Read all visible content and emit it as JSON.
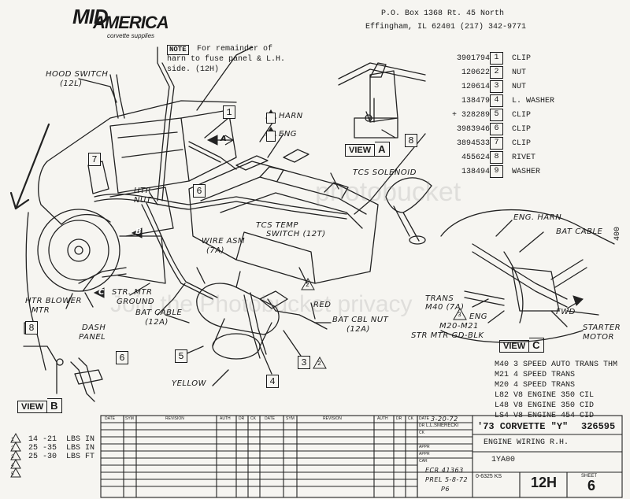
{
  "header": {
    "logo_line1": "MID",
    "logo_line2": "AMERICA",
    "logo_sub": "corvette supplies",
    "address": "P.O. Box 1368   Rt. 45 North",
    "address2": "Effingham, IL 62401   (217) 342-9771"
  },
  "note": {
    "tag": "NOTE",
    "text1": "For remainder of",
    "text2": "harn to fuse panel & L.H.",
    "text3": "side. (12H)"
  },
  "parts": [
    {
      "part_no": "3901794",
      "num": "1",
      "desc": "CLIP"
    },
    {
      "part_no": "120622",
      "num": "2",
      "desc": "NUT"
    },
    {
      "part_no": "120614",
      "num": "3",
      "desc": "NUT"
    },
    {
      "part_no": "138479",
      "num": "4",
      "desc": "L. WASHER"
    },
    {
      "part_no": "+ 328289",
      "num": "5",
      "desc": "CLIP"
    },
    {
      "part_no": "3983946",
      "num": "6",
      "desc": "CLIP"
    },
    {
      "part_no": "3894533",
      "num": "7",
      "desc": "CLIP"
    },
    {
      "part_no": "455624",
      "num": "8",
      "desc": "RIVET"
    },
    {
      "part_no": "138494",
      "num": "9",
      "desc": "WASHER"
    }
  ],
  "labels": {
    "hood_switch": "HOOD SWITCH",
    "hood_switch_code": "(12L)",
    "harn": "HARN",
    "eng": "ENG",
    "htr_nut": "HTR",
    "htr_nut2": "NUT",
    "tcs_solenoid": "TCS SOLENOID",
    "tcs_temp": "TCS TEMP",
    "tcs_switch": "SWITCH (12T)",
    "wire_asm": "WIRE ASM",
    "wire_asm_code": "(7A)",
    "htr_blower": "HTR BLOWER",
    "htr_blower2": "MTR",
    "str_mtr_ground": "STR. MTR",
    "str_mtr_ground2": "GROUND",
    "bat_cable": "BAT CABLE",
    "bat_cable_code": "(12A)",
    "red": "RED",
    "bat_cbl_nut": "BAT CBL NUT",
    "bat_cbl_nut_code": "(12A)",
    "yellow": "YELLOW",
    "dash": "DASH",
    "panel": "PANEL",
    "eng_harn": "ENG. HARN",
    "bat_cable_c": "BAT CABLE",
    "trans": "TRANS",
    "m40": "M40 (7A)",
    "eng_c": "ENG",
    "m20_m21": "M20-M21",
    "str_mtr_gd_blk": "STR MTR GD-BLK",
    "fwd": "FWD",
    "starter": "STARTER",
    "motor": "MOTOR",
    "view": "VIEW",
    "view_a": "A",
    "view_b": "B",
    "view_c": "C",
    "arrow_a": "A",
    "arrow_b": "B",
    "arrow_c": "C",
    "side_number": "400"
  },
  "engines": [
    "M40 3 SPEED AUTO TRANS THM",
    "M21 4 SPEED TRANS",
    "M20 4 SPEED TRANS",
    "L82 V8 ENGINE 350 CIL",
    "L48 V8 ENGINE 350 CID",
    "LS4 V8 ENGINE 454 CID"
  ],
  "torque": [
    {
      "num": "1",
      "range": "14 -21",
      "unit": "LBS IN"
    },
    {
      "num": "2",
      "range": "25 -35",
      "unit": "LBS IN"
    },
    {
      "num": "3",
      "range": "25 -30",
      "unit": "LBS FT"
    },
    {
      "num": "4",
      "range": "",
      "unit": ""
    },
    {
      "num": "5",
      "range": "",
      "unit": ""
    }
  ],
  "revision_table": {
    "headers": [
      "DATE",
      "SYM",
      "REVISION",
      "AUTH",
      "DR",
      "CK",
      "DATE",
      "SYM",
      "REVISION",
      "AUTH",
      "DR",
      "CK"
    ]
  },
  "title_block": {
    "date_label": "DATE",
    "date_value": "3-20-72",
    "drawn_label": "DR",
    "drawn_value": "L.L.SMERECKI",
    "checked_label": "CK",
    "appr_label": "APPR",
    "appr2_label": "APPR",
    "car_label": "CAR",
    "car_value": "ECR 41363",
    "prel_value": "PREL 5-8-72",
    "p6_value": "P6",
    "model": "'73 CORVETTE \"Y\"",
    "drawing_no": "326595",
    "title": "ENGINE WIRING R.H.",
    "code": "1YA00",
    "section": "12H",
    "sheet_label": "SHEET",
    "sheet": "6",
    "ref_no": "0-6325 KS"
  },
  "watermark": {
    "brand": "photobucket",
    "tagline": "Join the Photobucket privacy"
  }
}
